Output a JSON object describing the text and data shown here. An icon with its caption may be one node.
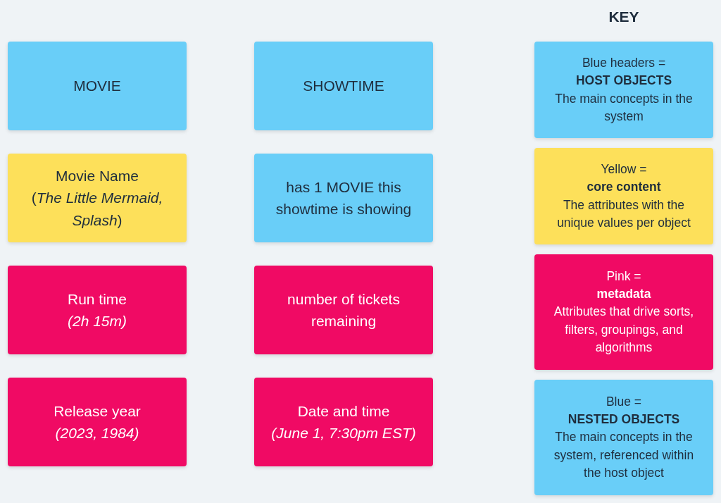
{
  "diagram": {
    "nodes": [
      {
        "text": [
          "MOVIE"
        ]
      },
      {
        "text": [
          "Movie Name",
          "(*The Little Mermaid, Splash*)"
        ]
      },
      {
        "text": [
          "Run time",
          "(2h 15m)"
        ]
      },
      {
        "text": [
          "Release year",
          "(2023, 1984)"
        ]
      },
      {
        "text": [
          "SHOWTIME"
        ]
      },
      {
        "text": [
          "has 1 MOVIE this showtime is showing"
        ]
      },
      {
        "text": [
          "number of tickets remaining"
        ]
      },
      {
        "text": [
          "Date and time",
          "(June 1, 7:30pm EST)"
        ]
      },
      {
        "text": [
          "Blue headers =",
          "HOST OBJECTS",
          "The main concepts in the system"
        ]
      },
      {
        "text": [
          "Yellow =",
          "core content",
          "The attributes with the unique values per object"
        ]
      },
      {
        "text": [
          "Pink =",
          "metadata",
          "Attributes that drive sorts, filters, groupings, and algorithms"
        ]
      },
      {
        "text": [
          "Blue =",
          "NESTED OBJECTS",
          "The main concepts in the system, referenced within the host object"
        ]
      }
    ],
    "labels": [
      "KEY"
    ]
  }
}
